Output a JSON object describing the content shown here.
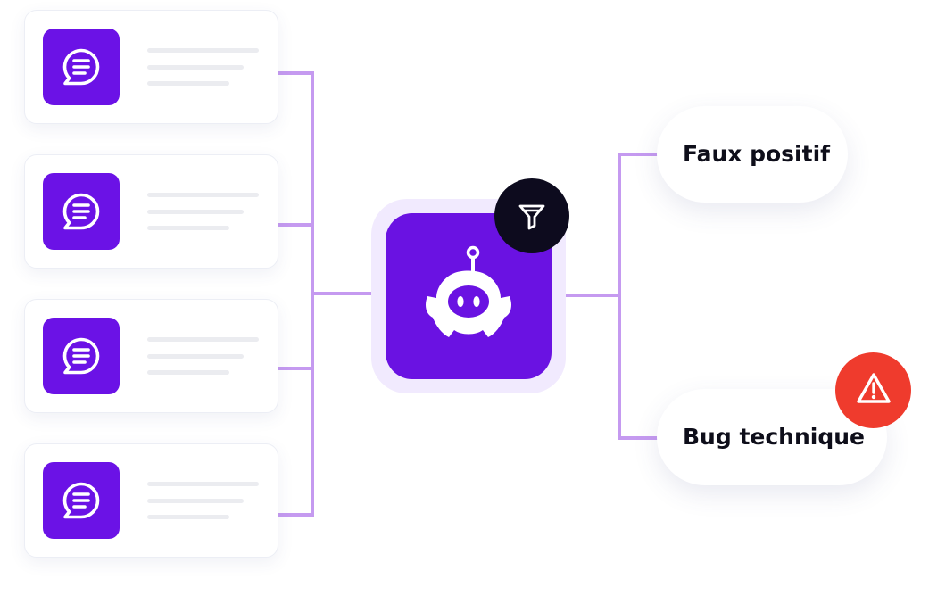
{
  "colors": {
    "connector": "#c59af0",
    "primary_purple": "#6b12e6",
    "hub_purple": "#6a12e2",
    "dark_badge": "#0d0b1e",
    "alert_red": "#ef3b2d"
  },
  "inputs": {
    "count": 4,
    "icon": "chat-bubble-icon"
  },
  "hub": {
    "icon": "robot-icon",
    "badge_icon": "filter-funnel-icon"
  },
  "outputs": [
    {
      "label": "Faux positif",
      "badge_icon": null
    },
    {
      "label": "Bug technique",
      "badge_icon": "warning-triangle-icon"
    }
  ]
}
